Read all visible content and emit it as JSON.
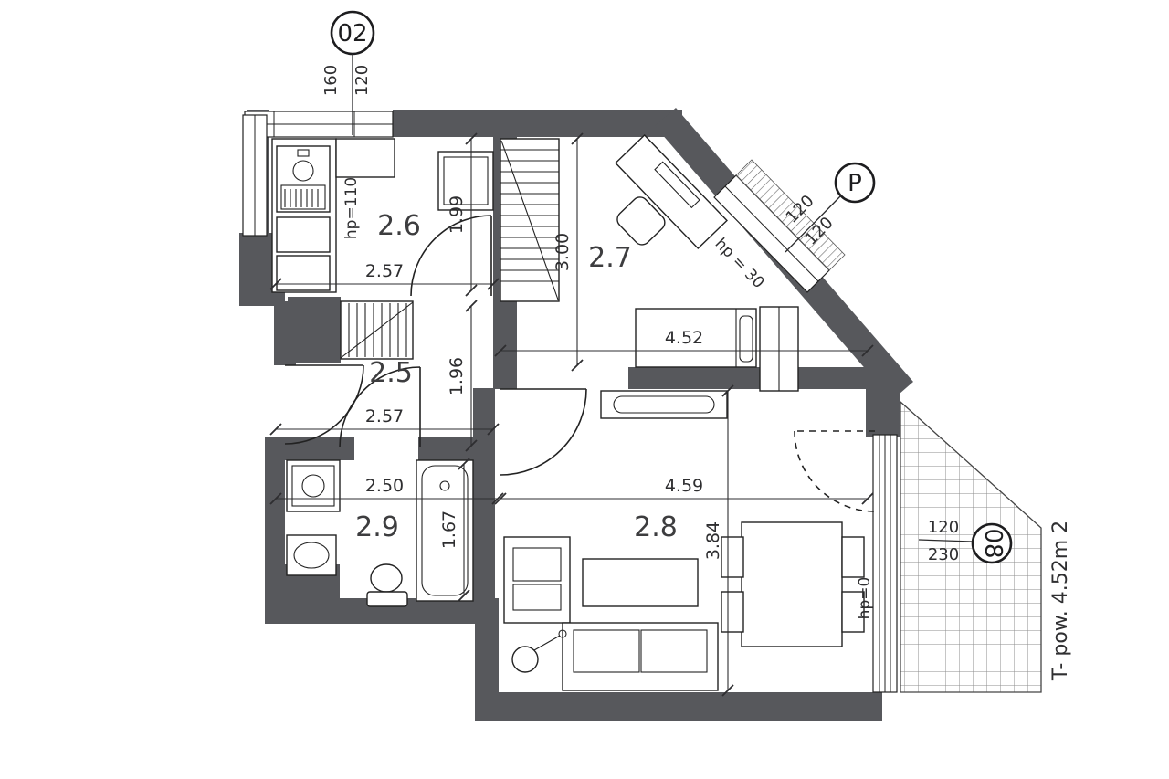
{
  "drawing": {
    "type": "apartment-floor-plan",
    "colors": {
      "wall": "#57585c",
      "line": "#222222",
      "dim": "#2e2e30"
    },
    "rooms": {
      "r25": {
        "label": "2.5"
      },
      "r26": {
        "label": "2.6"
      },
      "r27": {
        "label": "2.7"
      },
      "r28": {
        "label": "2.8"
      },
      "r29": {
        "label": "2.9"
      }
    },
    "dims": {
      "kitchen_w": "2.57",
      "kitchen_h": "1.99",
      "room27_h": "3.00",
      "room27_w": "4.52",
      "hall_h": "1.96",
      "hall_w": "2.57",
      "bath_w": "2.50",
      "living_w": "4.59",
      "bath_h": "1.67",
      "living_h": "3.84"
    },
    "hp": {
      "kitchen": "hp=110",
      "balcony": "hp = 30",
      "terrace": "hp=0"
    },
    "markers": {
      "m02": {
        "id": "02",
        "dims": [
          "160",
          "120"
        ]
      },
      "mp": {
        "id": "P",
        "dims": [
          "120",
          "120"
        ]
      },
      "m08": {
        "id": "08",
        "dims": [
          "120",
          "230"
        ]
      }
    },
    "terrace_label": "T- pow. 4.52m 2"
  }
}
